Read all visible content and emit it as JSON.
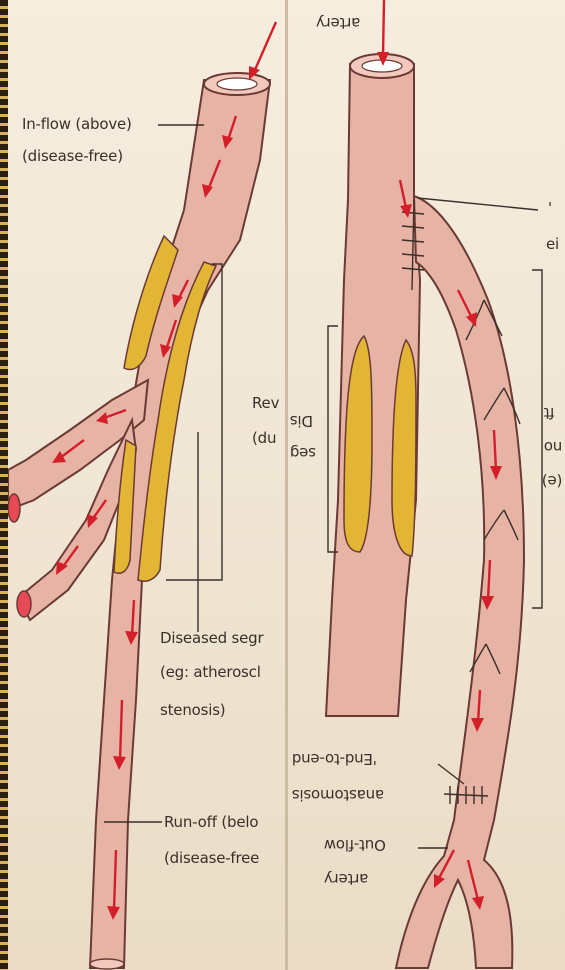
{
  "left_panel": {
    "inflow_line1": "In-flow (above)",
    "inflow_line2": "(disease-free)",
    "reversed_line1": "Rev",
    "reversed_line2": "(du",
    "diseased_line1": "Diseased segr",
    "diseased_line2": "(eg: atheroscl",
    "diseased_line3": "stenosis)",
    "runoff_line1": "Run-off (belo",
    "runoff_line2": "(disease-free"
  },
  "right_panel": {
    "top_artery": "artery",
    "top_right_1": "'",
    "top_right_2": "ei",
    "diseased_1": "Dis",
    "diseased_2": "seg",
    "graft_1": "ft",
    "graft_2": "no",
    "graft_3": "(e)",
    "end_to_end_1": "'End-to-end",
    "end_to_end_2": "anastomosis",
    "outflow_1": "Out-flow",
    "outflow_2": "artery"
  },
  "colors": {
    "vessel": "#e7b3a4",
    "plaque": "#e3b534",
    "flow_arrow": "#d41f2a",
    "page": "#f3e9da"
  }
}
